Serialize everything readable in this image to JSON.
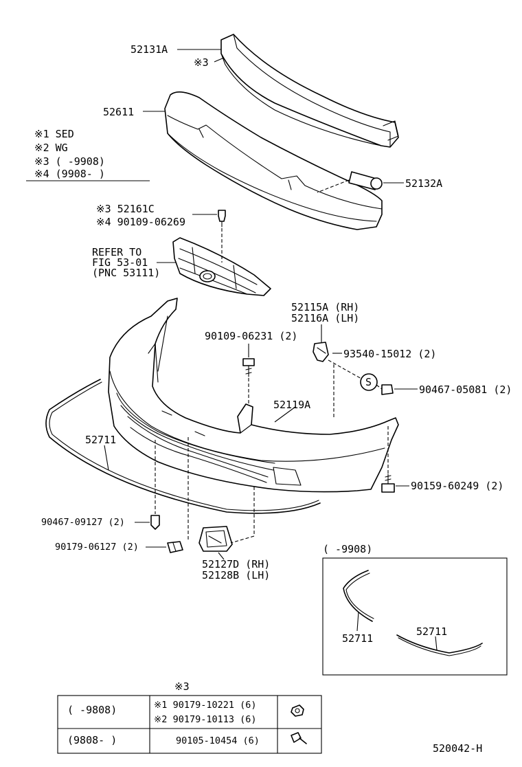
{
  "labels": {
    "p52131a": "52131A",
    "p52131a_note": "※3",
    "p52611": "52611",
    "p52132a": "52132A",
    "legend": [
      "※1   SED",
      "※2   WG",
      "※3   (      -9908)",
      "※4  (9908-      )"
    ],
    "p52161c": "※3     52161C",
    "p90109_06269": "※4 90109-06269",
    "refer": [
      "REFER TO",
      "FIG 53-01",
      "(PNC 53111)"
    ],
    "p52115a": "52115A (RH)",
    "p52116a": "52116A (LH)",
    "p90109_06231": "90109-06231 (2)",
    "p93540_15012": "93540-15012 (2)",
    "s_mark": "S",
    "p90467_05081": "90467-05081 (2)",
    "p52119a": "52119A",
    "p52711_main": "52711",
    "p90159_60249": "90159-60249 (2)",
    "p90467_09127": "90467-09127 (2)",
    "p90179_06127": "90179-06127 (2)",
    "p52127d": "52127D (RH)",
    "p52128b": "52128B (LH)",
    "inset_title": "(      -9908)",
    "inset_a": "52711",
    "inset_b": "52711",
    "diagram_code": "520042-H"
  },
  "table": {
    "note": "※3",
    "rows": [
      {
        "period": "(      -9808)",
        "lines": [
          "※1  90179-10221 (6)",
          "※2  90179-10113 (6)"
        ]
      },
      {
        "period": "(9808-      )",
        "lines": [
          "90105-10454 (6)"
        ]
      }
    ]
  }
}
